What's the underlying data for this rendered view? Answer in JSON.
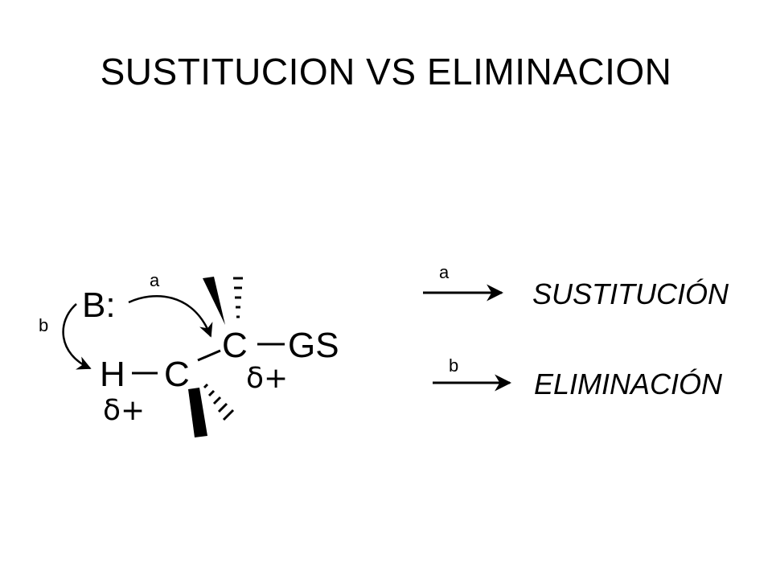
{
  "title": "SUSTITUCION VS ELIMINACION",
  "mechanism": {
    "base": "B:",
    "hydrogen": "H",
    "carbon_alpha": "C",
    "carbon_leaving": "C",
    "leaving_group": "GS",
    "delta_h": "δ+",
    "delta_c": "δ+",
    "arrow_a_label": "a",
    "arrow_b_label": "b"
  },
  "outcomes": [
    {
      "path": "a",
      "result": "SUSTITUCIÓN"
    },
    {
      "path": "b",
      "result": "ELIMINACIÓN"
    }
  ]
}
